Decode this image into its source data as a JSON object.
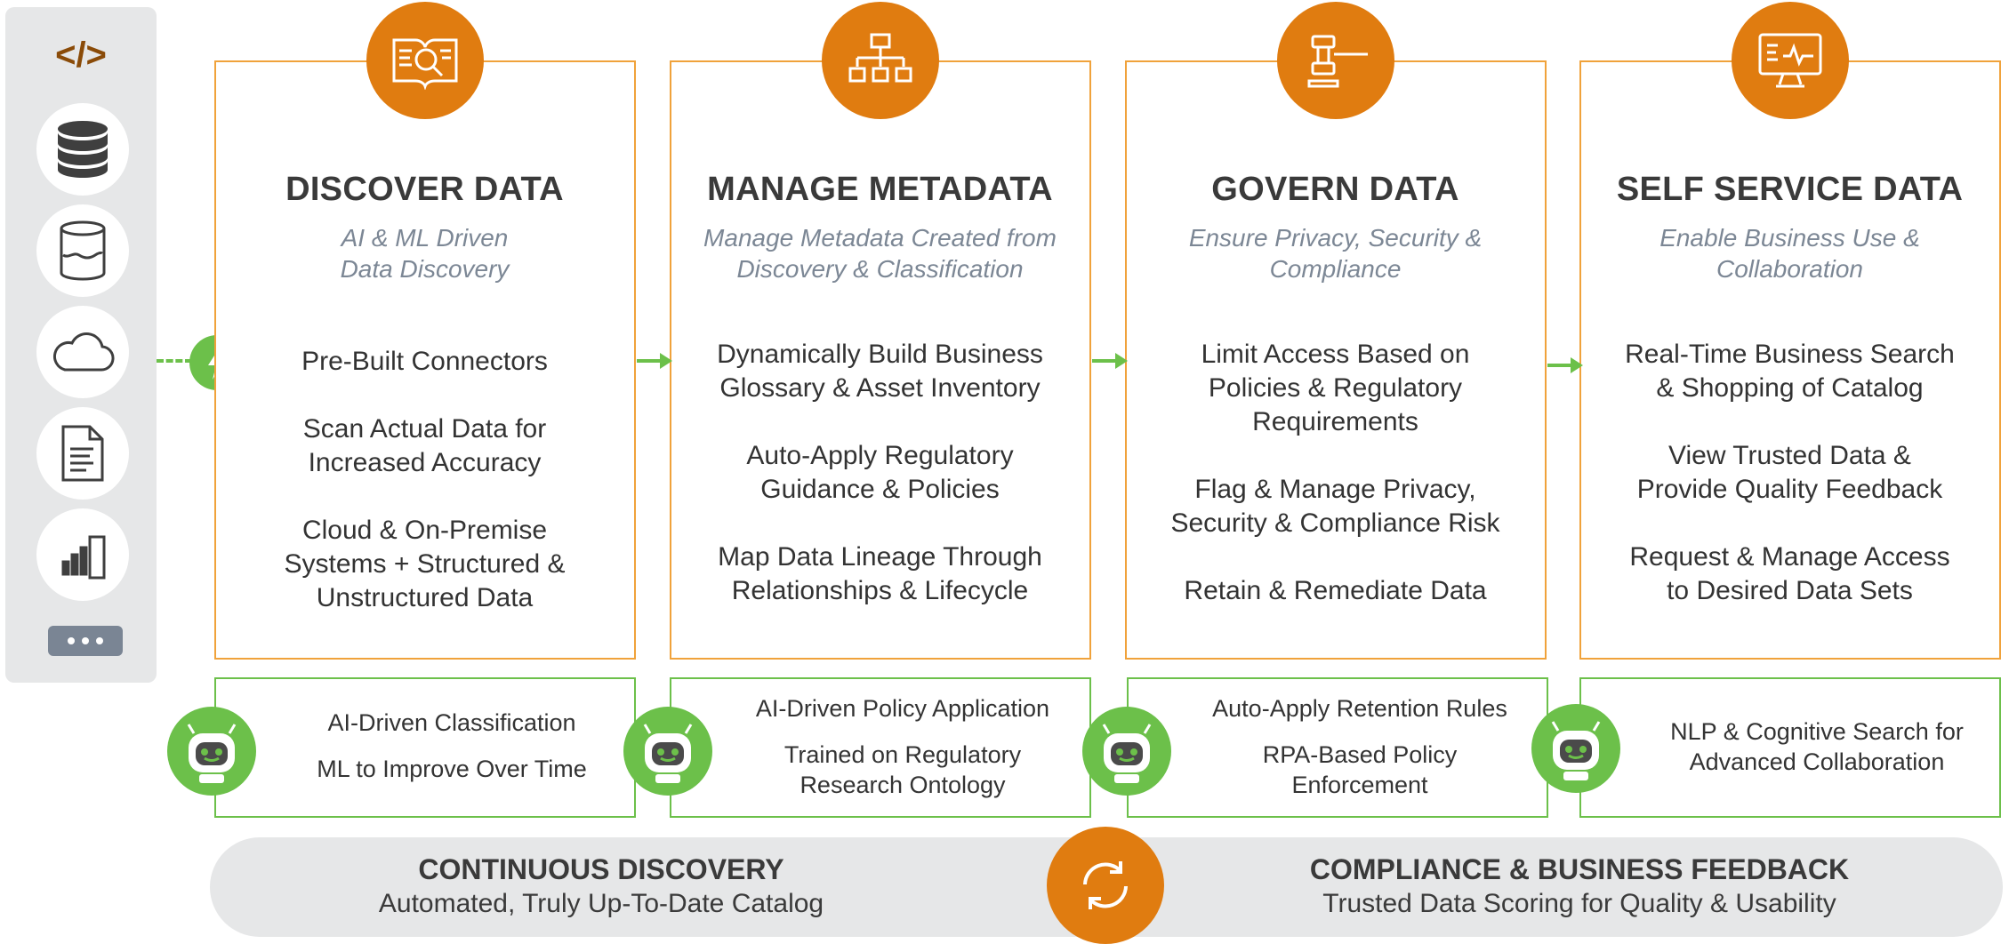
{
  "rail": {
    "title": "</>"
  },
  "colors": {
    "accent_orange": "#e07c10",
    "panel_border": "#f0a23b",
    "green": "#6cc04a",
    "rail_bg": "#e6e7e8"
  },
  "panels": [
    {
      "title": "DISCOVER DATA",
      "subtitle": [
        "AI & ML Driven",
        "Data Discovery"
      ],
      "items": [
        [
          "Pre-Built Connectors"
        ],
        [
          "Scan Actual Data for",
          "Increased Accuracy"
        ],
        [
          "Cloud & On-Premise",
          "Systems + Structured &",
          "Unstructured Data"
        ]
      ],
      "icon": "book-search-icon",
      "ai": [
        [
          "AI-Driven Classification"
        ],
        [
          "ML to Improve Over Time"
        ]
      ]
    },
    {
      "title": "MANAGE METADATA",
      "subtitle": [
        "Manage Metadata Created from",
        "Discovery & Classification"
      ],
      "items": [
        [
          "Dynamically Build Business",
          "Glossary & Asset Inventory"
        ],
        [
          "Auto-Apply Regulatory",
          "Guidance & Policies"
        ],
        [
          "Map Data Lineage Through",
          "Relationships & Lifecycle"
        ]
      ],
      "icon": "hierarchy-icon",
      "ai": [
        [
          "AI-Driven Policy Application"
        ],
        [
          "Trained on Regulatory",
          "Research Ontology"
        ]
      ]
    },
    {
      "title": "GOVERN DATA",
      "subtitle": [
        "Ensure Privacy, Security &",
        "Compliance"
      ],
      "items": [
        [
          "Limit Access Based on",
          "Policies & Regulatory",
          "Requirements"
        ],
        [
          "Flag & Manage Privacy,",
          "Security & Compliance Risk"
        ],
        [
          "Retain & Remediate Data"
        ]
      ],
      "icon": "gavel-icon",
      "ai": [
        [
          "Auto-Apply Retention Rules"
        ],
        [
          "RPA-Based Policy",
          "Enforcement"
        ]
      ]
    },
    {
      "title": "SELF SERVICE DATA",
      "subtitle": [
        "Enable Business Use &",
        "Collaboration"
      ],
      "items": [
        [
          "Real-Time Business Search",
          "& Shopping of Catalog"
        ],
        [
          "View Trusted Data &",
          "Provide Quality Feedback"
        ],
        [
          "Request & Manage Access",
          "to Desired Data Sets"
        ]
      ],
      "icon": "monitor-pulse-icon",
      "ai": [
        [
          "NLP & Cognitive Search for",
          "Advanced Collaboration"
        ]
      ]
    }
  ],
  "loop": {
    "left_title": "CONTINUOUS DISCOVERY",
    "left_sub": "Automated, Truly Up-To-Date Catalog",
    "right_title": "COMPLIANCE & BUSINESS FEEDBACK",
    "right_sub": "Trusted Data Scoring for Quality & Usability"
  }
}
